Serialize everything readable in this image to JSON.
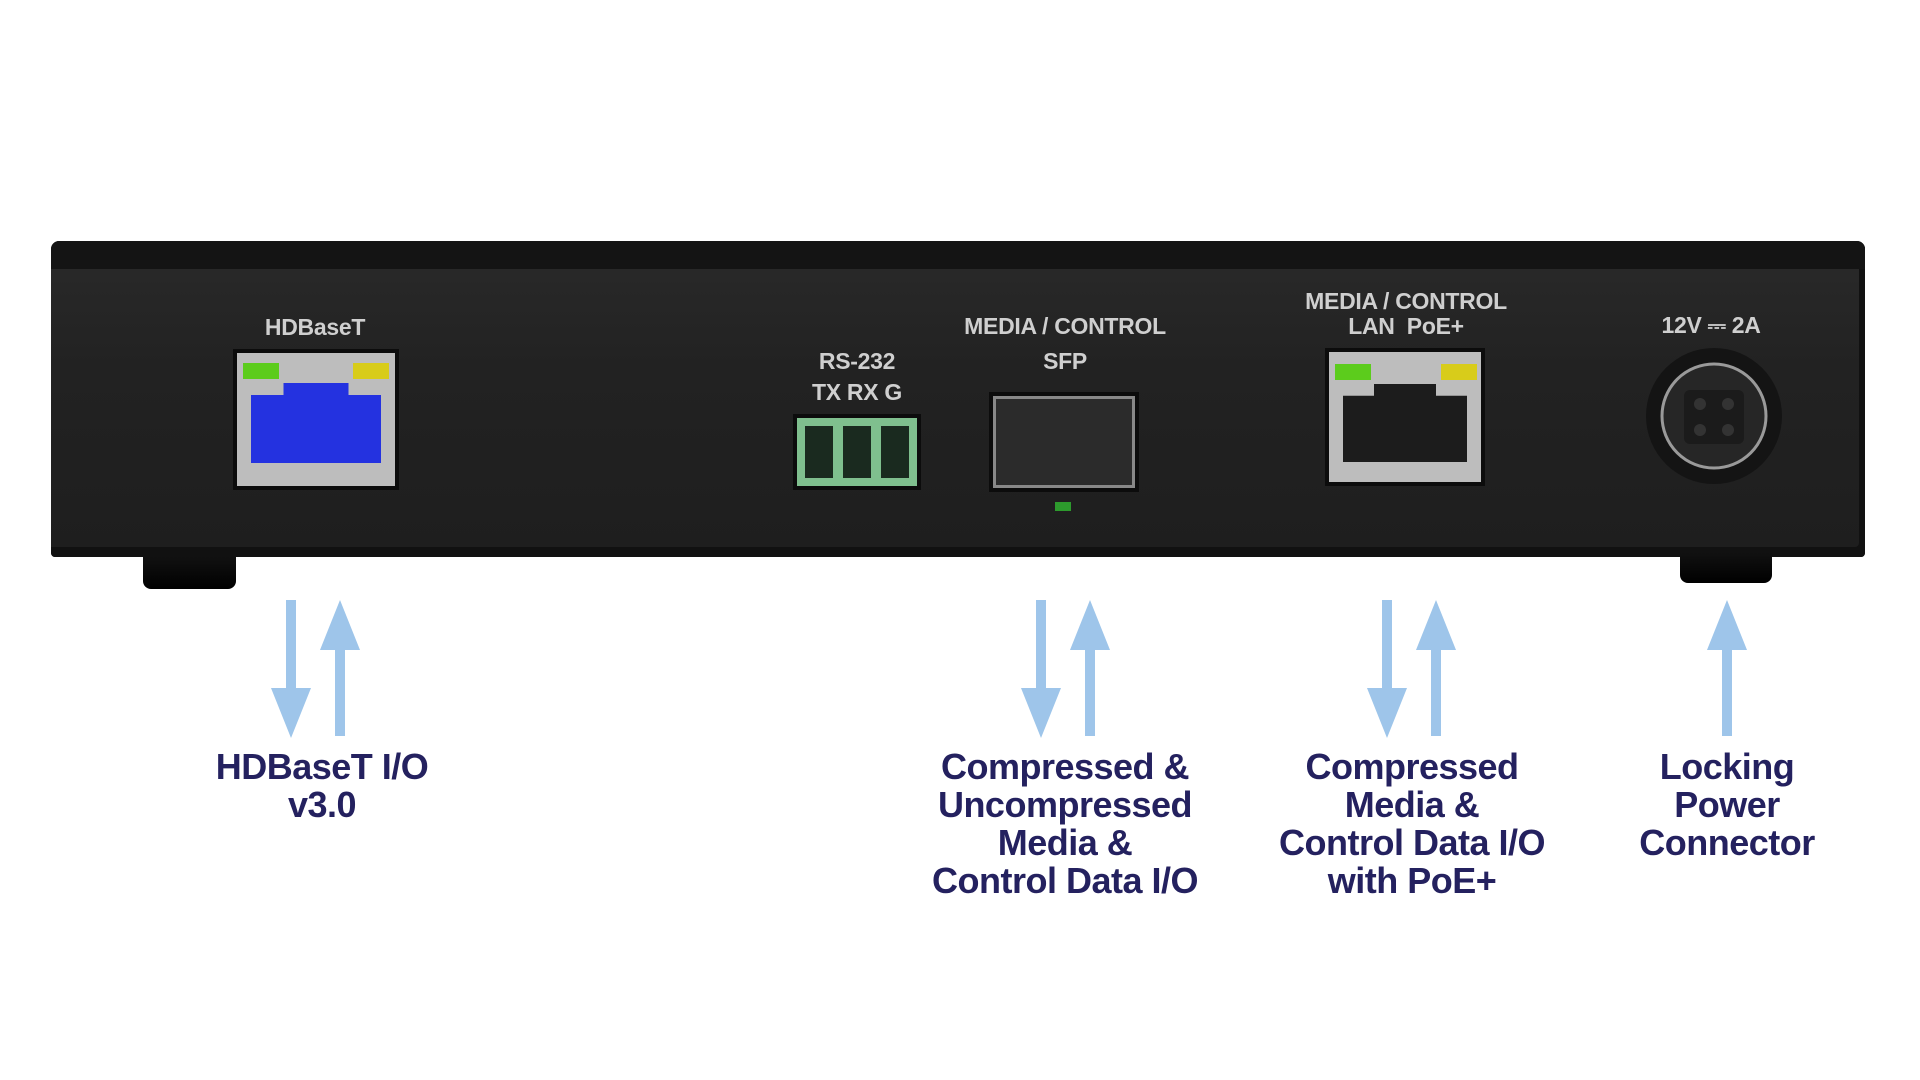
{
  "device": {
    "ports": [
      {
        "label_lines": [
          "HDBaseT"
        ]
      },
      {
        "label_lines": [
          "RS-232",
          "TX RX G"
        ]
      },
      {
        "label_lines": [
          "MEDIA / CONTROL",
          "SFP"
        ]
      },
      {
        "label_lines": [
          "MEDIA / CONTROL",
          "LAN  PoE+"
        ]
      },
      {
        "label_lines": [
          "12V ⎓ 2A"
        ]
      }
    ]
  },
  "captions": [
    {
      "lines": [
        "HDBaseT I/O",
        "v3.0"
      ]
    },
    {
      "lines": [
        "Compressed &",
        "Uncompressed",
        "Media &",
        "Control Data I/O"
      ]
    },
    {
      "lines": [
        "Compressed",
        "Media &",
        "Control Data I/O",
        "with PoE+"
      ]
    },
    {
      "lines": [
        "Locking",
        "Power",
        "Connector"
      ]
    }
  ],
  "colors": {
    "arrow": "#9ec5ea",
    "caption": "#24215f",
    "led_green": "#5ccc1c",
    "led_yellow": "#d8cc1a",
    "hdbaset_port": "#2432e0",
    "terminal": "#7fbf8e"
  }
}
